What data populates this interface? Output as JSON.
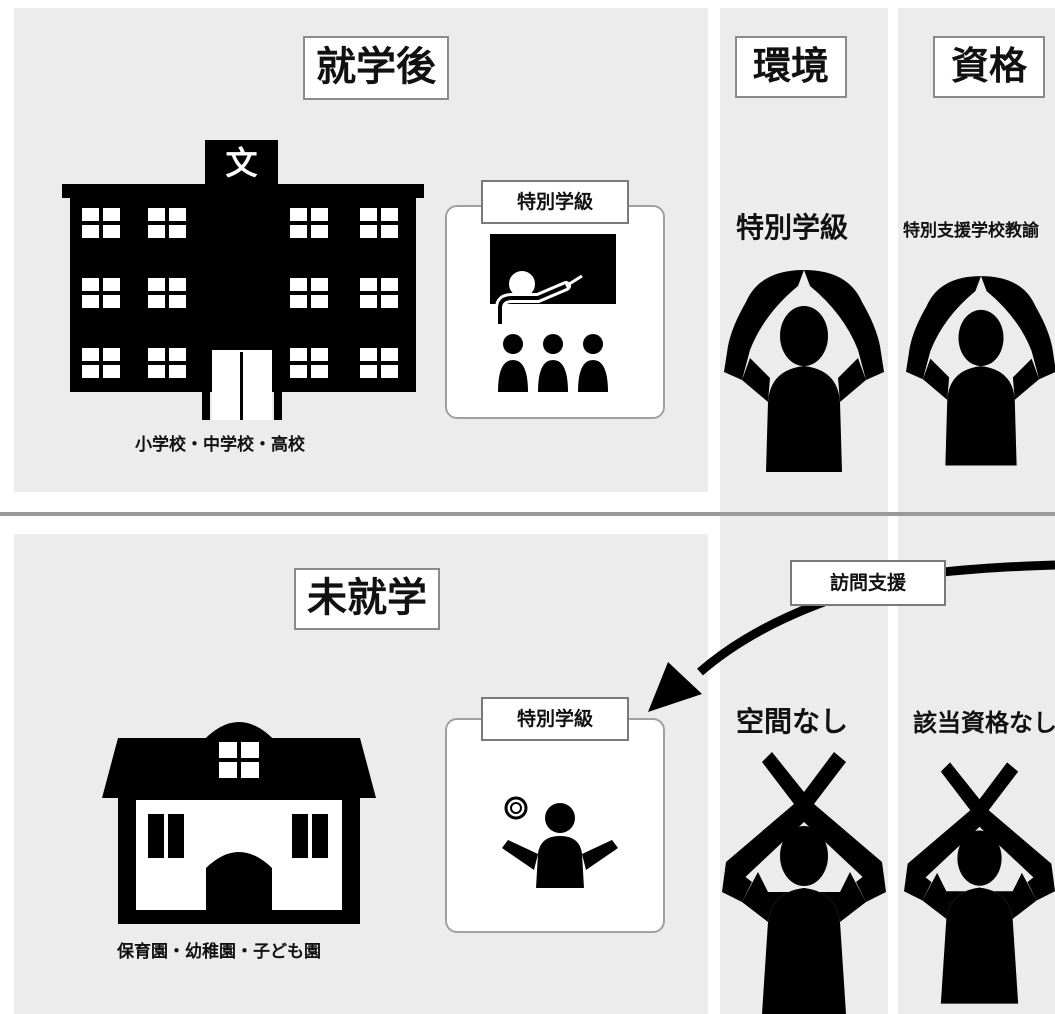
{
  "top": {
    "section_title": "就学後",
    "school_caption": "小学校・中学校・高校",
    "school_sign": "文",
    "card_label": "特別学級"
  },
  "bottom": {
    "section_title": "未就学",
    "kinder_caption": "保育園・幼稚園・子ども園",
    "card_label": "特別学級",
    "arrow_label": "訪問支援"
  },
  "columns": {
    "environment": {
      "header": "環境",
      "top_status": "特別学級",
      "bottom_status": "空間なし"
    },
    "qualification": {
      "header": "資格",
      "top_status": "特別支援学校教諭",
      "bottom_status": "該当資格なし"
    }
  },
  "colors": {
    "panel": "#ececec",
    "ink": "#111111",
    "border": "#8a8a8a"
  }
}
